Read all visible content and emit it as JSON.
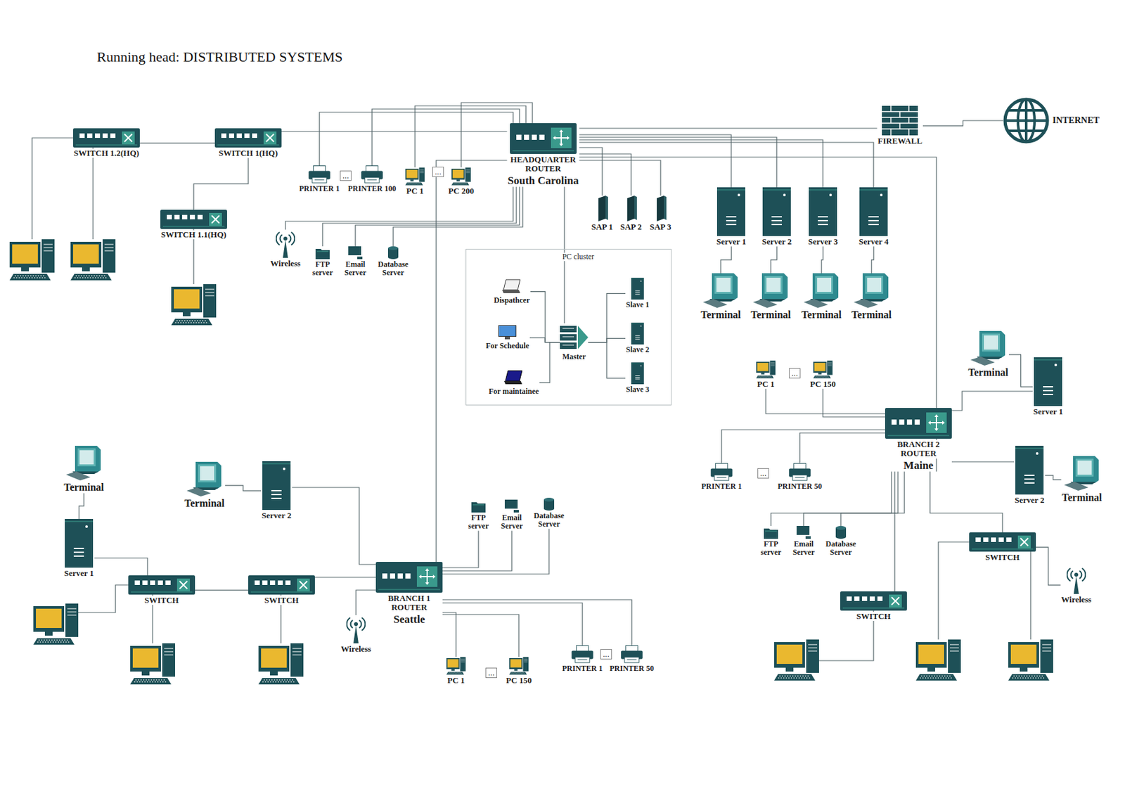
{
  "diagram": {
    "nodes": [
      {
        "text": [
          "SWITCH 1.2(HQ)"
        ]
      },
      {
        "text": [
          "SWITCH 1(HQ)"
        ]
      },
      {
        "text": [
          "SWITCH 1.1(HQ)"
        ]
      },
      {
        "text": [
          "PRINTER 1"
        ]
      },
      {
        "text": [
          "PRINTER 100"
        ]
      },
      {
        "text": [
          "PC 1"
        ]
      },
      {
        "text": [
          "PC 200"
        ]
      },
      {
        "text": [
          "HEADQUARTER ROUTER",
          "South Carolina"
        ]
      },
      {
        "text": [
          "SAP 1"
        ]
      },
      {
        "text": [
          "SAP 2"
        ]
      },
      {
        "text": [
          "SAP 3"
        ]
      },
      {
        "text": [
          "FIREWALL"
        ]
      },
      {
        "text": [
          "INTERNET"
        ]
      },
      {
        "text": [
          "Server 1"
        ]
      },
      {
        "text": [
          "Server 2"
        ]
      },
      {
        "text": [
          "Server 3"
        ]
      },
      {
        "text": [
          "Server 4"
        ]
      },
      {
        "text": [
          "Terminal"
        ]
      },
      {
        "text": [
          "Terminal"
        ]
      },
      {
        "text": [
          "Terminal"
        ]
      },
      {
        "text": [
          "Terminal"
        ]
      },
      {
        "text": [
          "Wireless"
        ]
      },
      {
        "text": [
          "FTP server"
        ]
      },
      {
        "text": [
          "Email Server"
        ]
      },
      {
        "text": [
          "Database Server"
        ]
      },
      {
        "text": [
          "PC cluster"
        ]
      },
      {
        "text": [
          "Dispathcer"
        ],
        "in": 25
      },
      {
        "text": [
          "For Schedule"
        ],
        "in": 25
      },
      {
        "text": [
          "For maintainee"
        ],
        "in": 25
      },
      {
        "text": [
          "Master"
        ],
        "in": 25
      },
      {
        "text": [
          "Slave 1"
        ],
        "in": 25
      },
      {
        "text": [
          "Slave 2"
        ],
        "in": 25
      },
      {
        "text": [
          "Slave 3"
        ],
        "in": 25
      },
      {
        "text": [
          "PC 1"
        ]
      },
      {
        "text": [
          "PC 150"
        ]
      },
      {
        "text": [
          "Terminal"
        ]
      },
      {
        "text": [
          "Server 1"
        ]
      },
      {
        "text": [
          "BRANCH 2 ROUTER",
          "Maine"
        ]
      },
      {
        "text": [
          "PRINTER 1"
        ]
      },
      {
        "text": [
          "PRINTER 50"
        ]
      },
      {
        "text": [
          "Server 2"
        ]
      },
      {
        "text": [
          "Terminal"
        ]
      },
      {
        "text": [
          "FTP server"
        ]
      },
      {
        "text": [
          "Email Server"
        ]
      },
      {
        "text": [
          "Database Server"
        ]
      },
      {
        "text": [
          "SWITCH"
        ]
      },
      {
        "text": [
          "Wireless"
        ]
      },
      {
        "text": [
          "SWITCH"
        ]
      },
      {
        "text": [
          "Terminal"
        ]
      },
      {
        "text": [
          "Server 1"
        ]
      },
      {
        "text": [
          "Terminal"
        ]
      },
      {
        "text": [
          "Server 2"
        ]
      },
      {
        "text": [
          "SWITCH"
        ]
      },
      {
        "text": [
          "SWITCH"
        ]
      },
      {
        "text": [
          "FTP server"
        ]
      },
      {
        "text": [
          "Email Server"
        ]
      },
      {
        "text": [
          "Database Server"
        ]
      },
      {
        "text": [
          "BRANCH 1 ROUTER",
          "Seattle"
        ]
      },
      {
        "text": [
          "Wireless"
        ]
      },
      {
        "text": [
          "PC 1"
        ]
      },
      {
        "text": [
          "PC 150"
        ]
      },
      {
        "text": [
          "PRINTER 1"
        ]
      },
      {
        "text": [
          "PRINTER 50"
        ]
      }
    ],
    "edges": [
      {
        "from": 0,
        "to": 1,
        "arrow": "none"
      },
      {
        "from": 1,
        "to": 2,
        "arrow": "none"
      },
      {
        "from": 1,
        "to": 7,
        "arrow": "none"
      },
      {
        "from": 7,
        "to": 3,
        "arrow": "none"
      },
      {
        "from": 7,
        "to": 4,
        "arrow": "none"
      },
      {
        "from": 7,
        "to": 5,
        "arrow": "none"
      },
      {
        "from": 7,
        "to": 6,
        "arrow": "none"
      },
      {
        "from": 7,
        "to": 8,
        "arrow": "none"
      },
      {
        "from": 7,
        "to": 9,
        "arrow": "none"
      },
      {
        "from": 7,
        "to": 10,
        "arrow": "none"
      },
      {
        "from": 7,
        "to": 11,
        "arrow": "none"
      },
      {
        "from": 11,
        "to": 12,
        "arrow": "none"
      },
      {
        "from": 7,
        "to": 13,
        "arrow": "none"
      },
      {
        "from": 7,
        "to": 14,
        "arrow": "none"
      },
      {
        "from": 7,
        "to": 15,
        "arrow": "none"
      },
      {
        "from": 7,
        "to": 16,
        "arrow": "none"
      },
      {
        "from": 13,
        "to": 17,
        "arrow": "none"
      },
      {
        "from": 14,
        "to": 18,
        "arrow": "none"
      },
      {
        "from": 15,
        "to": 19,
        "arrow": "none"
      },
      {
        "from": 16,
        "to": 20,
        "arrow": "none"
      },
      {
        "from": 7,
        "to": 21,
        "arrow": "none"
      },
      {
        "from": 7,
        "to": 22,
        "arrow": "none"
      },
      {
        "from": 7,
        "to": 23,
        "arrow": "none"
      },
      {
        "from": 7,
        "to": 24,
        "arrow": "none"
      },
      {
        "from": 7,
        "to": 29,
        "arrow": "none"
      },
      {
        "from": 26,
        "to": 29,
        "arrow": "none"
      },
      {
        "from": 27,
        "to": 29,
        "arrow": "none"
      },
      {
        "from": 28,
        "to": 29,
        "arrow": "none"
      },
      {
        "from": 29,
        "to": 30,
        "arrow": "none"
      },
      {
        "from": 29,
        "to": 31,
        "arrow": "none"
      },
      {
        "from": 29,
        "to": 32,
        "arrow": "none"
      },
      {
        "from": 7,
        "to": 37,
        "arrow": "none"
      },
      {
        "from": 7,
        "to": 57,
        "arrow": "none"
      },
      {
        "from": 37,
        "to": 33,
        "arrow": "none"
      },
      {
        "from": 37,
        "to": 34,
        "arrow": "none"
      },
      {
        "from": 37,
        "to": 38,
        "arrow": "none"
      },
      {
        "from": 37,
        "to": 39,
        "arrow": "none"
      },
      {
        "from": 37,
        "to": 42,
        "arrow": "none"
      },
      {
        "from": 37,
        "to": 43,
        "arrow": "none"
      },
      {
        "from": 37,
        "to": 44,
        "arrow": "none"
      },
      {
        "from": 35,
        "to": 36,
        "arrow": "none"
      },
      {
        "from": 37,
        "to": 36,
        "arrow": "none"
      },
      {
        "from": 37,
        "to": 40,
        "arrow": "none"
      },
      {
        "from": 40,
        "to": 41,
        "arrow": "none"
      },
      {
        "from": 37,
        "to": 45,
        "arrow": "none"
      },
      {
        "from": 37,
        "to": 47,
        "arrow": "none"
      },
      {
        "from": 45,
        "to": 46,
        "arrow": "none"
      },
      {
        "from": 57,
        "to": 54,
        "arrow": "none"
      },
      {
        "from": 57,
        "to": 55,
        "arrow": "none"
      },
      {
        "from": 57,
        "to": 56,
        "arrow": "none"
      },
      {
        "from": 57,
        "to": 59,
        "arrow": "none"
      },
      {
        "from": 57,
        "to": 60,
        "arrow": "none"
      },
      {
        "from": 57,
        "to": 61,
        "arrow": "none"
      },
      {
        "from": 57,
        "to": 62,
        "arrow": "none"
      },
      {
        "from": 57,
        "to": 58,
        "arrow": "none"
      },
      {
        "from": 57,
        "to": 53,
        "arrow": "none"
      },
      {
        "from": 53,
        "to": 52,
        "arrow": "none"
      },
      {
        "from": 52,
        "to": 49,
        "arrow": "none"
      },
      {
        "from": 48,
        "to": 49,
        "arrow": "none"
      },
      {
        "from": 50,
        "to": 51,
        "arrow": "none"
      },
      {
        "from": 51,
        "to": 57,
        "arrow": "none"
      }
    ],
    "labels": [
      "Running head: DISTRIBUTED SYSTEMS",
      "...",
      "...",
      "...",
      "...",
      "...",
      "..."
    ]
  }
}
